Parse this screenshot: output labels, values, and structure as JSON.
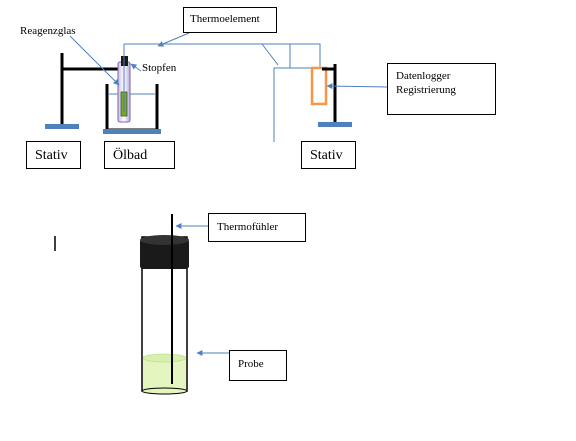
{
  "labels": {
    "thermoelement": "Thermoelement",
    "reagenzglas": "Reagenzglas",
    "stopfen": "Stopfen",
    "datenlogger": "Datenlogger",
    "registrierung": "Registrierung",
    "stativ_left": "Stativ",
    "oelbad": "Ölbad",
    "stativ_right": "Stativ",
    "thermofuehler": "Thermofühler",
    "probe": "Probe"
  },
  "colors": {
    "line_blue": "#4f81bd",
    "stand_blue": "#4f81bd",
    "logger_orange": "#f79646",
    "sample_green": "#e4f5c0",
    "cap_black": "#1a1a1a",
    "tube_green": "#76a43a"
  }
}
